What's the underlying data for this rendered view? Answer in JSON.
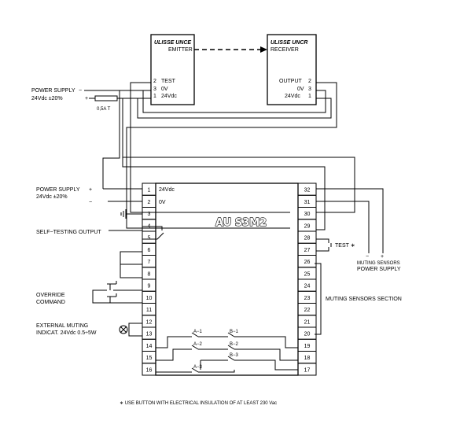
{
  "emitter": {
    "brand": "ULISSE UNCE",
    "label": "EMITTER",
    "terminals": [
      {
        "num": "2",
        "label": "TEST"
      },
      {
        "num": "3",
        "label": "0V"
      },
      {
        "num": "1",
        "label": "24Vdc"
      }
    ]
  },
  "receiver": {
    "brand": "ULISSE UNCR",
    "label": "RECEIVER",
    "terminals": [
      {
        "num": "2",
        "label": "OUTPUT"
      },
      {
        "num": "3",
        "label": "0V"
      },
      {
        "num": "1",
        "label": "24Vdc"
      }
    ]
  },
  "top_supply": {
    "line1": "POWER SUPPLY",
    "line2": "24Vdc ±20%",
    "minus": "−",
    "plus": "+",
    "fuse": "0,5A T"
  },
  "module": {
    "name": "AU S3M2",
    "left_terminals": [
      "1",
      "2",
      "3",
      "4",
      "5",
      "6",
      "7",
      "8",
      "9",
      "10",
      "11",
      "12",
      "13",
      "14",
      "15",
      "16"
    ],
    "right_terminals": [
      "32",
      "31",
      "30",
      "29",
      "28",
      "27",
      "26",
      "25",
      "24",
      "23",
      "22",
      "21",
      "20",
      "19",
      "18",
      "17"
    ],
    "t1_label": "24Vdc",
    "t2_label": "0V"
  },
  "left_labels": {
    "power_supply_line1": "POWER SUPPLY",
    "power_supply_line2": "24Vdc ±20%",
    "plus": "+",
    "minus": "−",
    "self_testing": "SELF−TESTING OUTPUT",
    "override_line1": "OVERRIDE",
    "override_line2": "COMMAND",
    "ext_muting_line1": "EXTERNAL MUTING",
    "ext_muting_line2": "INDICAT. 24Vdc 0.5÷5W"
  },
  "right_labels": {
    "test": "TEST ∗",
    "muting_sensors_line1": "MUTING SENSORS",
    "muting_sensors_line2": "POWER SUPPLY",
    "minus": "−",
    "plus": "+",
    "section": "MUTING SENSORS SECTION"
  },
  "contacts": [
    "A−1",
    "B−1",
    "A−2",
    "B−2",
    "B−3",
    "A−3"
  ],
  "footnote": "∗ USE BUTTON WITH ELECTRICAL INSULATION OF AT LEAST 230 Vac"
}
